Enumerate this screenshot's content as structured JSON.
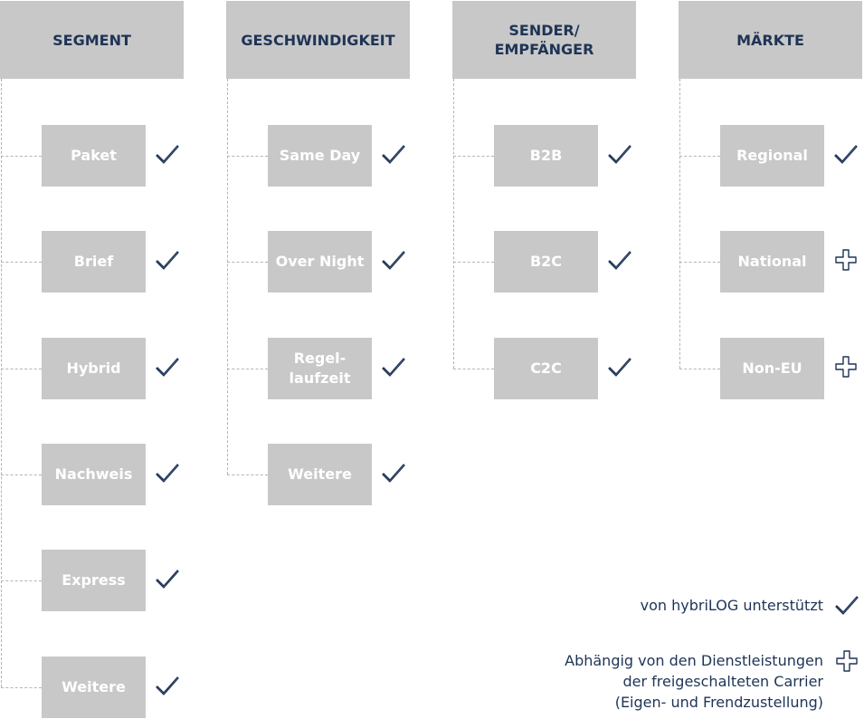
{
  "columns": [
    {
      "header": "SEGMENT",
      "items": [
        {
          "label": "Paket",
          "status": "check"
        },
        {
          "label": "Brief",
          "status": "check"
        },
        {
          "label": "Hybrid",
          "status": "check"
        },
        {
          "label": "Nachweis",
          "status": "check"
        },
        {
          "label": "Express",
          "status": "check"
        },
        {
          "label": "Weitere",
          "status": "check"
        }
      ]
    },
    {
      "header": "GESCHWINDIGKEIT",
      "items": [
        {
          "label": "Same Day",
          "status": "check"
        },
        {
          "label": "Over Night",
          "status": "check"
        },
        {
          "label": "Regel-\nlaufzeit",
          "status": "check"
        },
        {
          "label": "Weitere",
          "status": "check"
        }
      ]
    },
    {
      "header": "SENDER/\nEMPFÄNGER",
      "items": [
        {
          "label": "B2B",
          "status": "check"
        },
        {
          "label": "B2C",
          "status": "check"
        },
        {
          "label": "C2C",
          "status": "check"
        }
      ]
    },
    {
      "header": "MÄRKTE",
      "items": [
        {
          "label": "Regional",
          "status": "check"
        },
        {
          "label": "National",
          "status": "plus"
        },
        {
          "label": "Non-EU",
          "status": "plus"
        }
      ]
    }
  ],
  "legend": {
    "check_text": "von hybriLOG unterstützt",
    "plus_text": "Abhängig von den Dienstleistungen\nder freigeschalteten Carrier\n(Eigen- und Frendzustellung)"
  },
  "colors": {
    "box": "#c8c8c8",
    "header_text": "#1e3456",
    "box_text": "#ffffff",
    "icon": "#1e3456",
    "connector": "#b4b4b4"
  },
  "icons": {
    "check": "check-icon",
    "plus": "plus-icon"
  }
}
